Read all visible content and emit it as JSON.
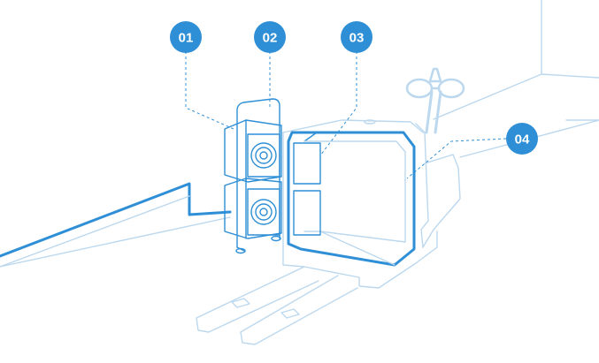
{
  "callouts": [
    {
      "label": "01"
    },
    {
      "label": "02"
    },
    {
      "label": "03"
    },
    {
      "label": "04"
    }
  ],
  "colors": {
    "accent": "#2f8fd6",
    "pale": "#bcd8ee",
    "fill": "#c9dff2",
    "background": "#ffffff"
  }
}
